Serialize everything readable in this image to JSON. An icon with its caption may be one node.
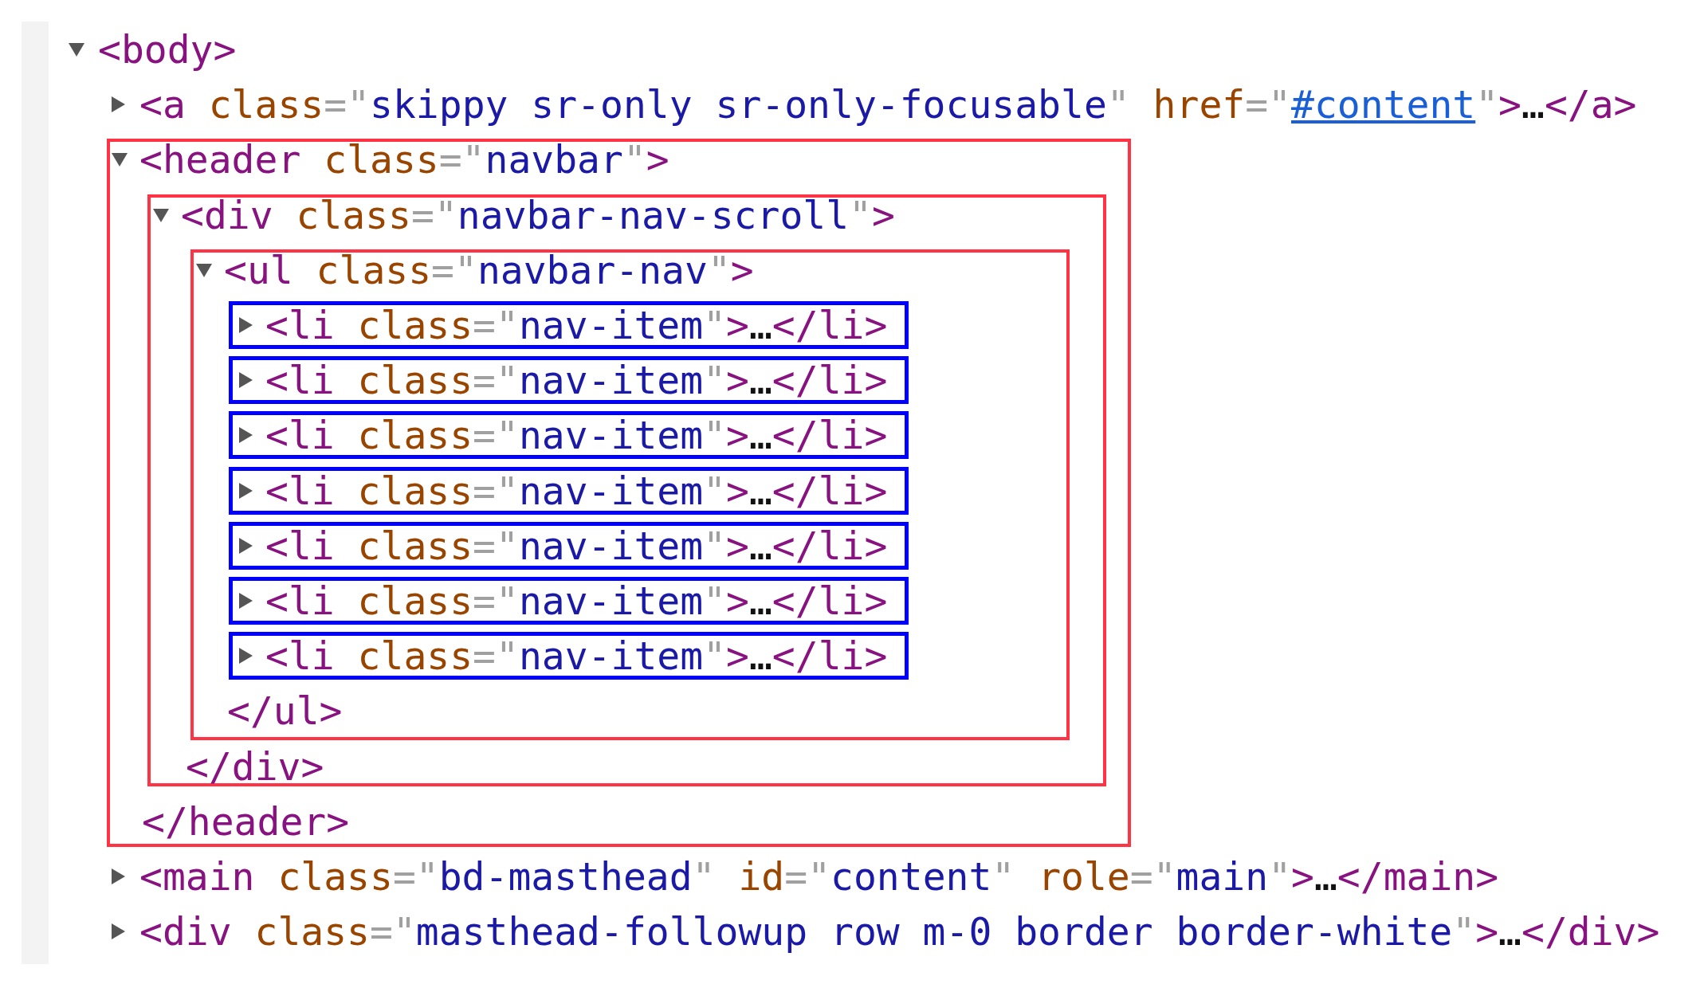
{
  "diagram": {
    "nodes": [
      {
        "text": [
          "<header class=\"navbar\">",
          "</header>"
        ]
      },
      {
        "text": [
          "<div class=\"navbar-nav-scroll\">",
          "</div>"
        ],
        "in": 0
      },
      {
        "text": [
          "<ul class=\"navbar-nav\">",
          "</ul>"
        ],
        "in": 1
      },
      {
        "text": [
          "<li class=\"nav-item\">…</li>"
        ],
        "in": 2
      },
      {
        "text": [
          "<li class=\"nav-item\">…</li>"
        ],
        "in": 2
      },
      {
        "text": [
          "<li class=\"nav-item\">…</li>"
        ],
        "in": 2
      },
      {
        "text": [
          "<li class=\"nav-item\">…</li>"
        ],
        "in": 2
      },
      {
        "text": [
          "<li class=\"nav-item\">…</li>"
        ],
        "in": 2
      },
      {
        "text": [
          "<li class=\"nav-item\">…</li>"
        ],
        "in": 2
      },
      {
        "text": [
          "<li class=\"nav-item\">…</li>"
        ],
        "in": 2
      }
    ],
    "labels": [
      "<body>",
      "<a class=\"skippy sr-only sr-only-focusable\" href=\"#content\">…</a>",
      "<main class=\"bd-masthead\" id=\"content\" role=\"main\">…</main>",
      "<div class=\"masthead-followup row m-0 border border-white\">…</div>"
    ]
  }
}
